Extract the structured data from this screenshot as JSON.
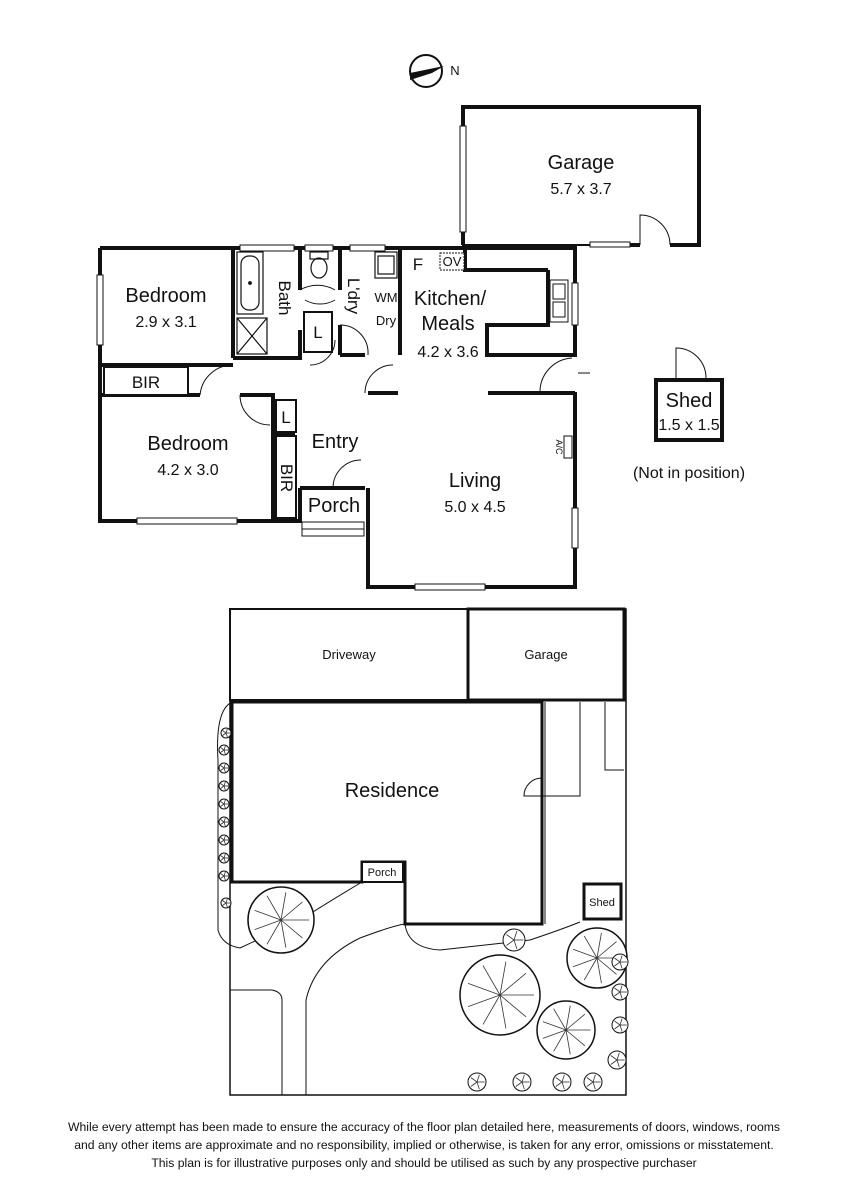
{
  "compass": {
    "label": "N"
  },
  "floorplan": {
    "garage": {
      "name": "Garage",
      "dims": "5.7 x 3.7"
    },
    "bedroom1": {
      "name": "Bedroom",
      "dims": "2.9 x 3.1"
    },
    "bath": {
      "name": "Bath"
    },
    "laundry": {
      "name": "L'dry"
    },
    "wm": {
      "name": "WM"
    },
    "dryer": {
      "name": "Dry"
    },
    "kitchen": {
      "name_line1": "Kitchen/",
      "name_line2": "Meals",
      "dims": "4.2 x 3.6"
    },
    "fridge": {
      "name": "F"
    },
    "oven": {
      "name": "OV"
    },
    "bir_top": {
      "name": "BIR"
    },
    "bedroom2": {
      "name": "Bedroom",
      "dims": "4.2 x 3.0"
    },
    "bir_side": {
      "name": "BIR"
    },
    "linen1": {
      "name": "L"
    },
    "linen2": {
      "name": "L"
    },
    "entry": {
      "name": "Entry"
    },
    "porch": {
      "name": "Porch"
    },
    "living": {
      "name": "Living",
      "dims": "5.0 x 4.5"
    },
    "ac": {
      "name": "A/C"
    },
    "shed": {
      "name": "Shed",
      "dims": "1.5 x 1.5",
      "note": "(Not in position)"
    }
  },
  "siteplan": {
    "driveway": "Driveway",
    "garage": "Garage",
    "residence": "Residence",
    "porch": "Porch",
    "shed": "Shed"
  },
  "disclaimer": {
    "line1": "While every attempt has been made to ensure the accuracy of the floor plan detailed here, measurements of doors, windows, rooms",
    "line2": "and any other items are approximate and no responsibility, implied or otherwise, is taken for any error, omissions or misstatement.",
    "line3": "This plan is for illustrative purposes only and should be utilised as such by any prospective purchaser"
  }
}
